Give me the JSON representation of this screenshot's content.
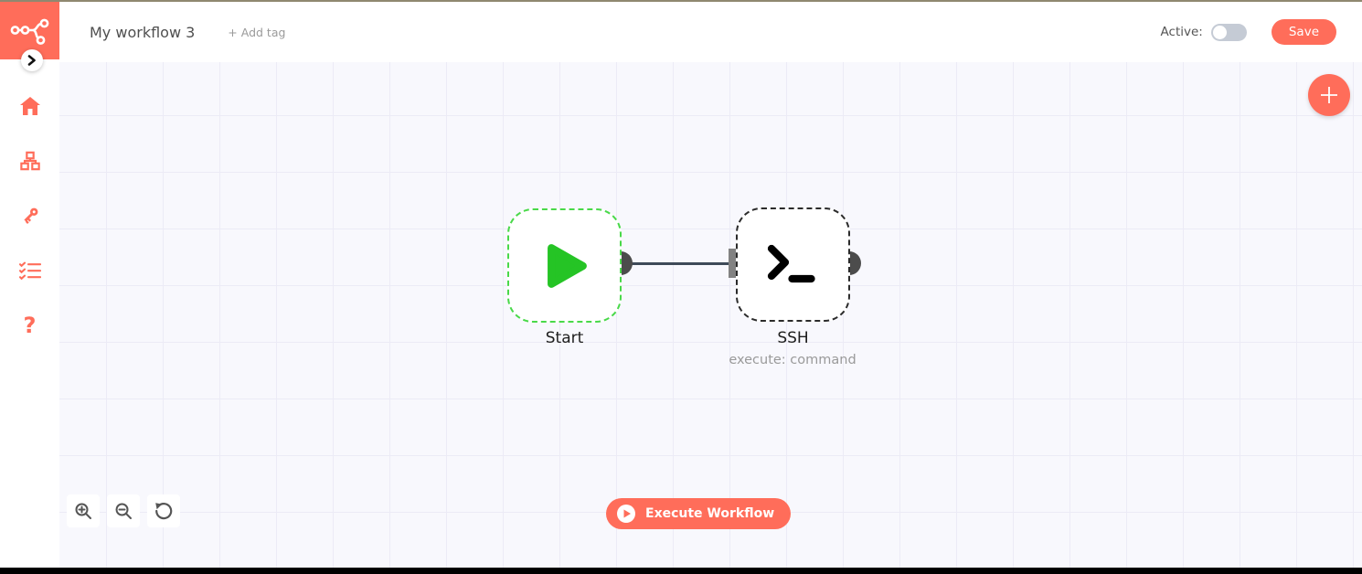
{
  "colors": {
    "accent": "#ff6d5a",
    "canvas_bg": "#f8f8fd",
    "grid_line": "#ecebf6",
    "connector": "#3e4a58",
    "start_border": "#49d949",
    "play_green": "#25c425"
  },
  "header": {
    "title": "My workflow 3",
    "add_tag_label": "+ Add tag",
    "active_label": "Active:",
    "active_state": "off",
    "save_label": "Save"
  },
  "sidebar": {
    "logo": "n8n-logo",
    "collapse_icon": "chevron-right-icon",
    "help_glyph": "?",
    "items": [
      {
        "name": "home",
        "icon": "home-icon"
      },
      {
        "name": "workflows",
        "icon": "sitemap-icon"
      },
      {
        "name": "credentials",
        "icon": "key-icon"
      },
      {
        "name": "executions",
        "icon": "checklist-icon"
      },
      {
        "name": "help",
        "icon": "question-icon"
      }
    ]
  },
  "canvas": {
    "nodes": [
      {
        "label": "Start",
        "subtitle": "",
        "icon": "play-icon"
      },
      {
        "label": "SSH",
        "subtitle": "execute: command",
        "icon": "terminal-icon"
      }
    ],
    "connection": {
      "from": "Start",
      "to": "SSH"
    },
    "zoom_controls": [
      {
        "name": "zoom-in"
      },
      {
        "name": "zoom-out"
      },
      {
        "name": "zoom-reset"
      }
    ],
    "execute_label": "Execute Workflow"
  }
}
